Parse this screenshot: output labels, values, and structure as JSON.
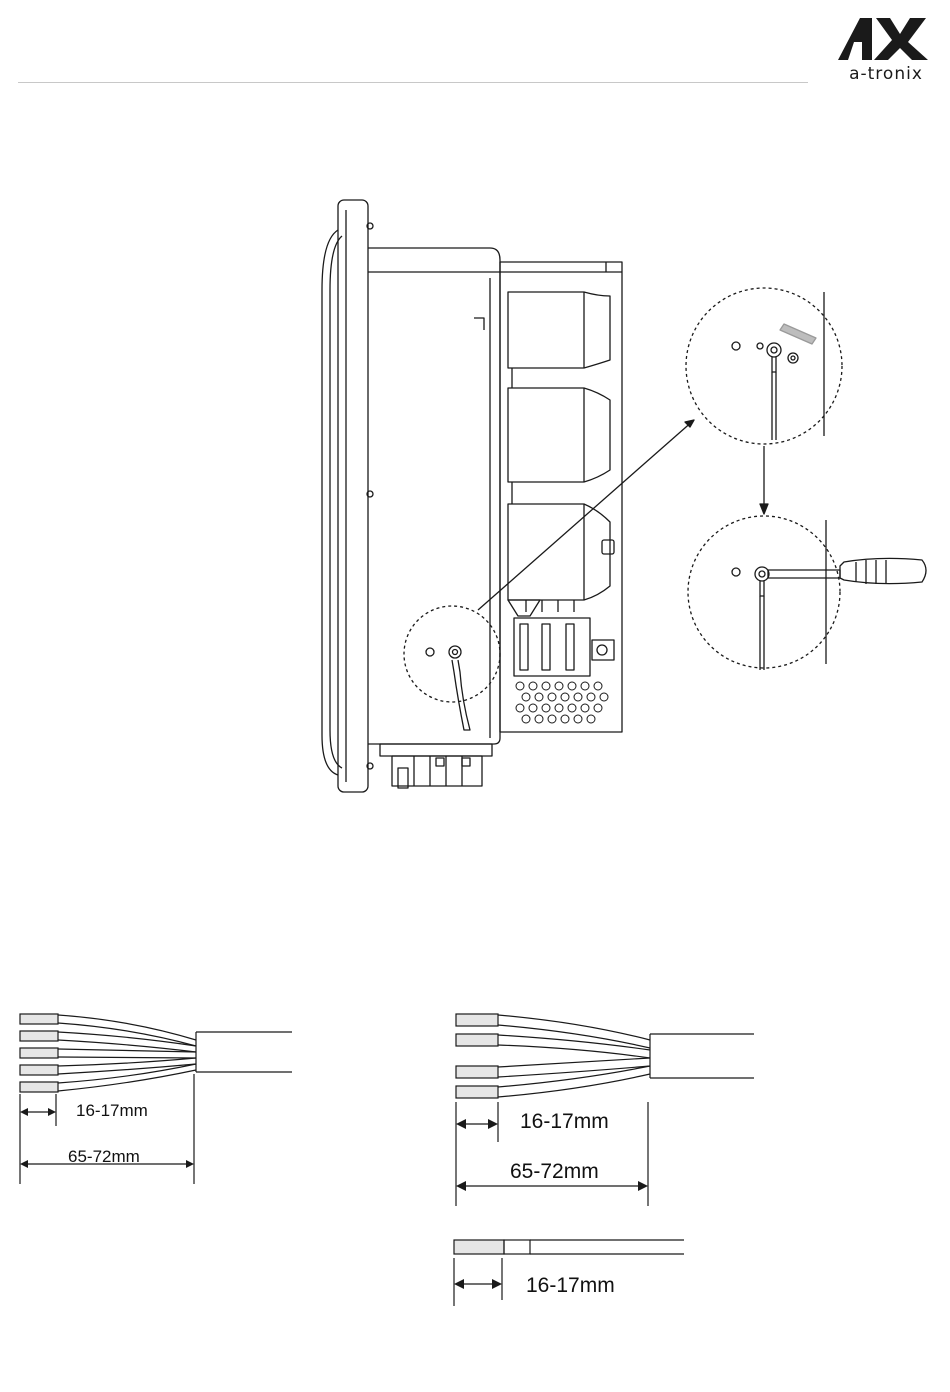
{
  "brand": {
    "name": "a-tronix",
    "logo_icon": "ax-logo-icon"
  },
  "figures": {
    "cable_5core": {
      "strip_length": "16-17mm",
      "total_length": "65-72mm"
    },
    "cable_4core": {
      "strip_length": "16-17mm",
      "total_length": "65-72mm"
    },
    "cable_single": {
      "strip_length": "16-17mm"
    }
  },
  "colors": {
    "line": "#1a1a1a",
    "rule": "#c8c8c8"
  }
}
